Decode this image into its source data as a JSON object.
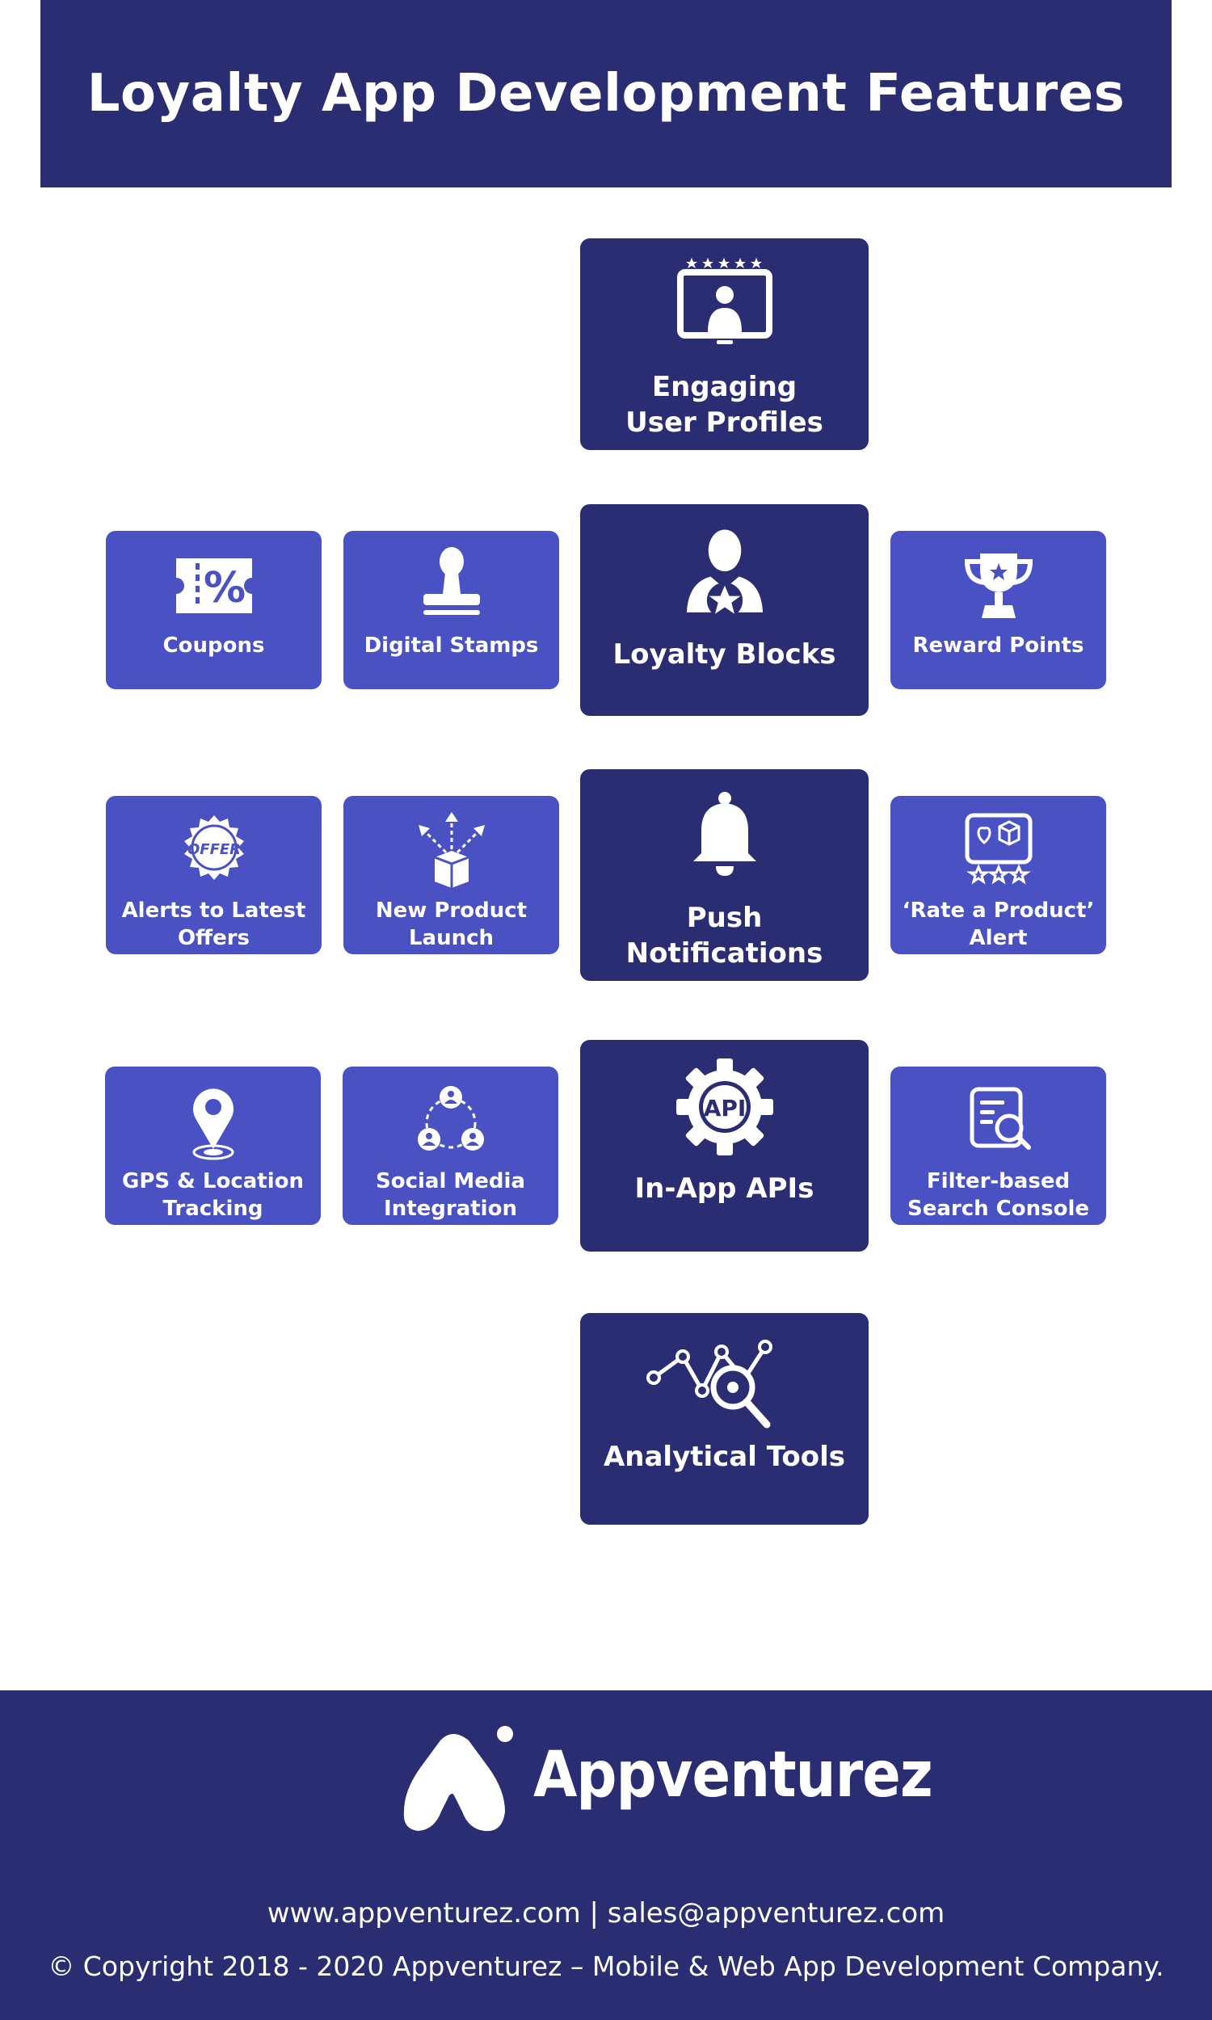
{
  "header": {
    "title": "Loyalty App Development Features"
  },
  "features": {
    "user_profiles": {
      "lines": [
        "Engaging",
        "User Profiles"
      ],
      "icon": "user-profile-icon"
    },
    "loyalty_blocks": {
      "lines": [
        "Loyalty Blocks"
      ],
      "icon": "loyalty-user-star-icon"
    },
    "coupons": {
      "lines": [
        "Coupons"
      ],
      "icon": "coupon-icon"
    },
    "digital_stamps": {
      "lines": [
        "Digital Stamps"
      ],
      "icon": "stamp-icon"
    },
    "reward_points": {
      "lines": [
        "Reward Points"
      ],
      "icon": "trophy-icon"
    },
    "push_notifications": {
      "lines": [
        "Push",
        "Notifications"
      ],
      "icon": "bell-icon"
    },
    "alerts_offers": {
      "lines": [
        "Alerts to Latest",
        "Offers"
      ],
      "icon": "offer-badge-icon"
    },
    "new_product": {
      "lines": [
        "New Product",
        "Launch"
      ],
      "icon": "product-launch-icon"
    },
    "rate_product": {
      "lines": [
        "‘Rate a Product’",
        "Alert"
      ],
      "icon": "rate-product-icon"
    },
    "in_app_apis": {
      "lines": [
        "In-App APIs"
      ],
      "icon": "api-gear-icon"
    },
    "gps": {
      "lines": [
        "GPS & Location",
        "Tracking"
      ],
      "icon": "location-pin-icon"
    },
    "social_media": {
      "lines": [
        "Social Media",
        "Integration"
      ],
      "icon": "social-network-icon"
    },
    "search_console": {
      "lines": [
        "Filter-based",
        "Search Console"
      ],
      "icon": "search-document-icon"
    },
    "analytics": {
      "lines": [
        "Analytical Tools"
      ],
      "icon": "analytics-icon"
    }
  },
  "footer": {
    "brand": "Appventurez",
    "contact": "www.appventurez.com | sales@appventurez.com",
    "copyright": "© Copyright 2018 - 2020 Appventurez – Mobile & Web App Development Company."
  },
  "colors": {
    "dark": "#2a2d72",
    "light": "#4a51c2",
    "white": "#ffffff"
  }
}
